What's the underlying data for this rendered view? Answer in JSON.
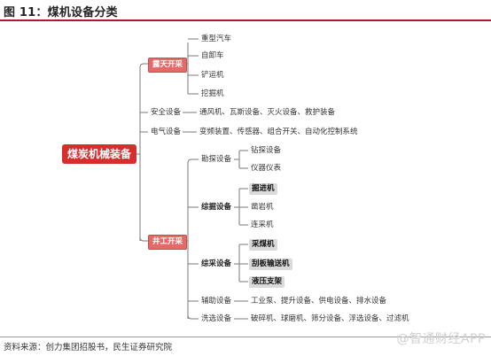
{
  "title": "图 11：煤机设备分类",
  "source": "资料来源：创力集团招股书，民生证券研究院",
  "watermark": "@智通财经APP",
  "root": "煤炭机械装备",
  "open_pit": {
    "label": "露天开采",
    "items": [
      "重型汽车",
      "自卸车",
      "铲运机",
      "挖掘机"
    ]
  },
  "safety": {
    "label": "安全设备",
    "detail": "通风机、瓦斯设备、灭火设备、救护装备"
  },
  "electrical": {
    "label": "电气设备",
    "detail": "变频装置、传感器、组合开关、自动化控制系统"
  },
  "underground": {
    "label": "井工开采",
    "exploration": {
      "label": "勘探设备",
      "items": [
        "钻探设备",
        "仪器仪表"
      ]
    },
    "tunneling": {
      "label": "综掘设备",
      "items": [
        "掘进机",
        "凿岩机",
        "连采机"
      ]
    },
    "mining": {
      "label": "综采设备",
      "items": [
        "采煤机",
        "刮板输送机",
        "液压支架"
      ]
    },
    "auxiliary": {
      "label": "辅助设备",
      "detail": "工业泵、提升设备、供电设备、排水设备"
    },
    "washing": {
      "label": "洗选设备",
      "detail": "破碎机、球磨机、筛分设备、浮选设备、过滤机"
    }
  }
}
